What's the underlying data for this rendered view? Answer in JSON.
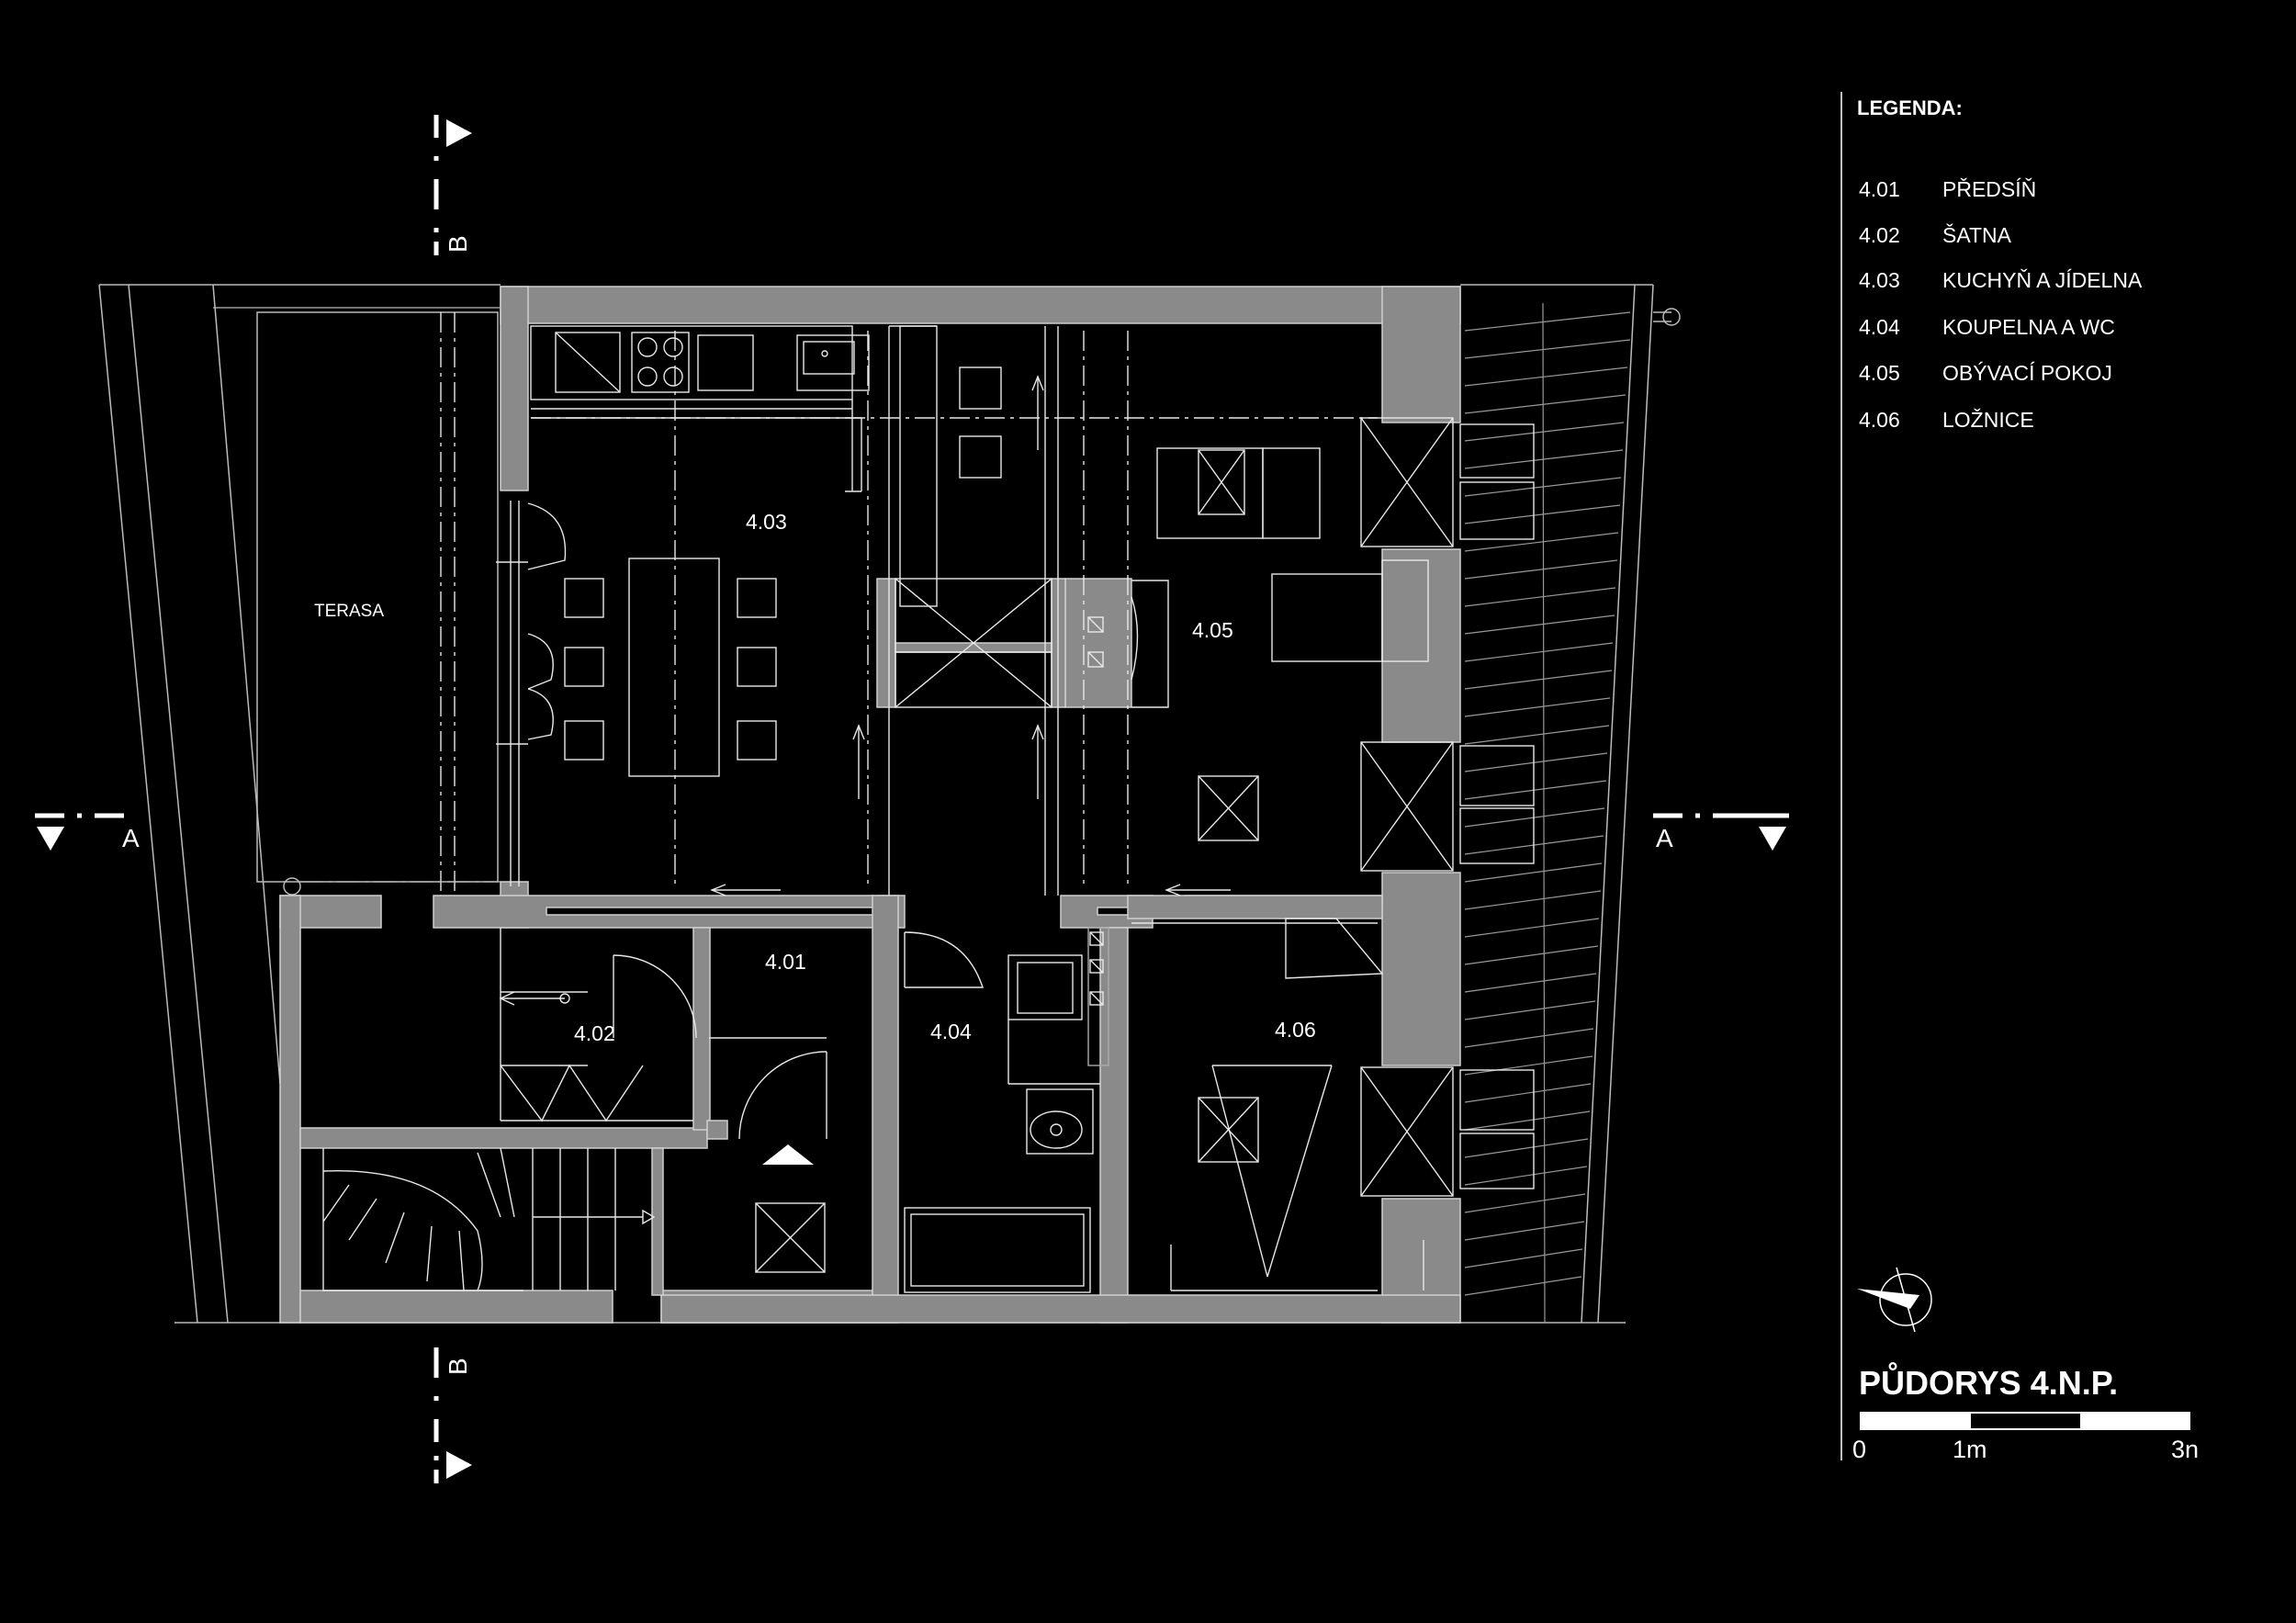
{
  "legend": {
    "title": "LEGENDA:",
    "items": [
      {
        "code": "4.01",
        "name": "PŘEDSÍŇ"
      },
      {
        "code": "4.02",
        "name": "ŠATNA"
      },
      {
        "code": "4.03",
        "name": "KUCHYŇ  A JÍDELNA"
      },
      {
        "code": "4.04",
        "name": "KOUPELNA  A  WC"
      },
      {
        "code": "4.05",
        "name": "OBÝVACÍ POKOJ"
      },
      {
        "code": "4.06",
        "name": "LOŽNICE"
      }
    ]
  },
  "rooms": {
    "r401": "4.01",
    "r402": "4.02",
    "r403": "4.03",
    "r404": "4.04",
    "r405": "4.05",
    "r406": "4.06",
    "terasa": "TERASA"
  },
  "sections": {
    "a_left": "A",
    "a_right": "A",
    "b_top": "B",
    "b_bottom": "B"
  },
  "title": "PŮDORYS 4.N.P.",
  "scale": {
    "labels": [
      "0",
      "1m",
      "3n"
    ]
  },
  "colors": {
    "background": "#000000",
    "wall": "#8a8a8a",
    "line": "#ffffff"
  },
  "icons": {
    "north": "north-arrow-icon",
    "entrance": "entrance-arrow-icon"
  }
}
